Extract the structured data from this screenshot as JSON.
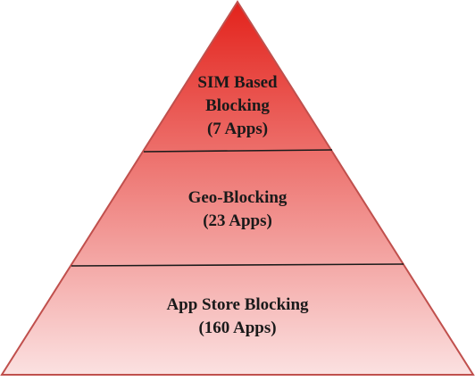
{
  "diagram": {
    "tiers": [
      {
        "lines": [
          "SIM Based",
          "Blocking",
          "(7 Apps)"
        ]
      },
      {
        "lines": [
          "Geo-Blocking",
          "(23 Apps)"
        ]
      },
      {
        "lines": [
          "App Store Blocking",
          "(160 Apps)"
        ]
      }
    ],
    "colors": {
      "apex": "#e3221b",
      "base": "#fbe1e1",
      "outline": "#c0504d",
      "divider": "#1a1a1a",
      "text": "#1a1a1a"
    }
  }
}
